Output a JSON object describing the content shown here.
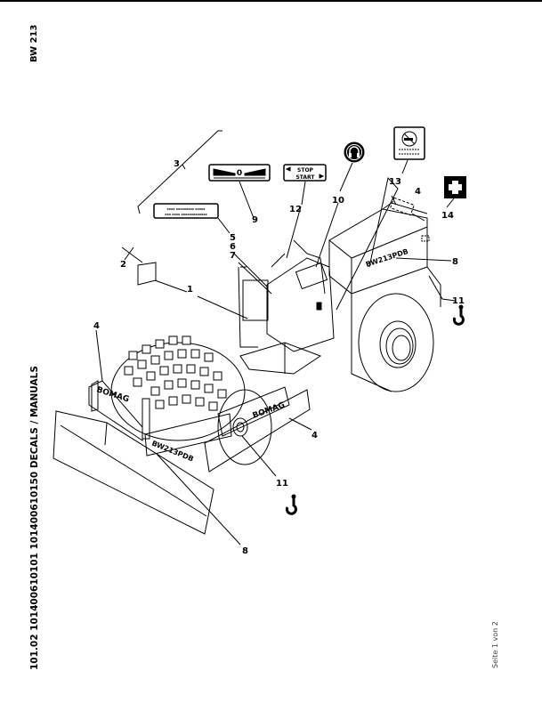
{
  "header": {
    "model": "BW 213"
  },
  "footer": {
    "reference": "101.02 101400610101 101400610150 DECALS / MANUALS",
    "page": "Seite 1 von 2"
  },
  "diagram": {
    "title": "Decals placement drawing",
    "callouts": [
      {
        "id": "1",
        "label": "1"
      },
      {
        "id": "2",
        "label": "2"
      },
      {
        "id": "3",
        "label": "3"
      },
      {
        "id": "4a",
        "label": "4"
      },
      {
        "id": "4b",
        "label": "4"
      },
      {
        "id": "4c",
        "label": "4"
      },
      {
        "id": "5",
        "label": "5"
      },
      {
        "id": "6",
        "label": "6"
      },
      {
        "id": "7",
        "label": "7"
      },
      {
        "id": "8a",
        "label": "8"
      },
      {
        "id": "8b",
        "label": "8"
      },
      {
        "id": "9",
        "label": "9"
      },
      {
        "id": "10",
        "label": "10"
      },
      {
        "id": "11a",
        "label": "11"
      },
      {
        "id": "11b",
        "label": "11"
      },
      {
        "id": "12",
        "label": "12"
      },
      {
        "id": "13",
        "label": "13"
      },
      {
        "id": "14",
        "label": "14"
      }
    ],
    "decals": {
      "throttle_zero": "0",
      "stop": "STOP",
      "start": "START",
      "brand_drum_left": "BOMAG",
      "brand_drum_right": "BOMAG",
      "model_drum": "BW213PDB",
      "model_rear": "BW213PDB",
      "warning_small_line1": "xxxx xxxxxxxxx xxxxx",
      "warning_small_line2": "xxx xxxx xxxxxxxxxxxxx"
    },
    "icons": [
      "hearing-protection-icon",
      "no-smoking-icon",
      "first-aid-icon",
      "lifting-hook-icon"
    ]
  }
}
